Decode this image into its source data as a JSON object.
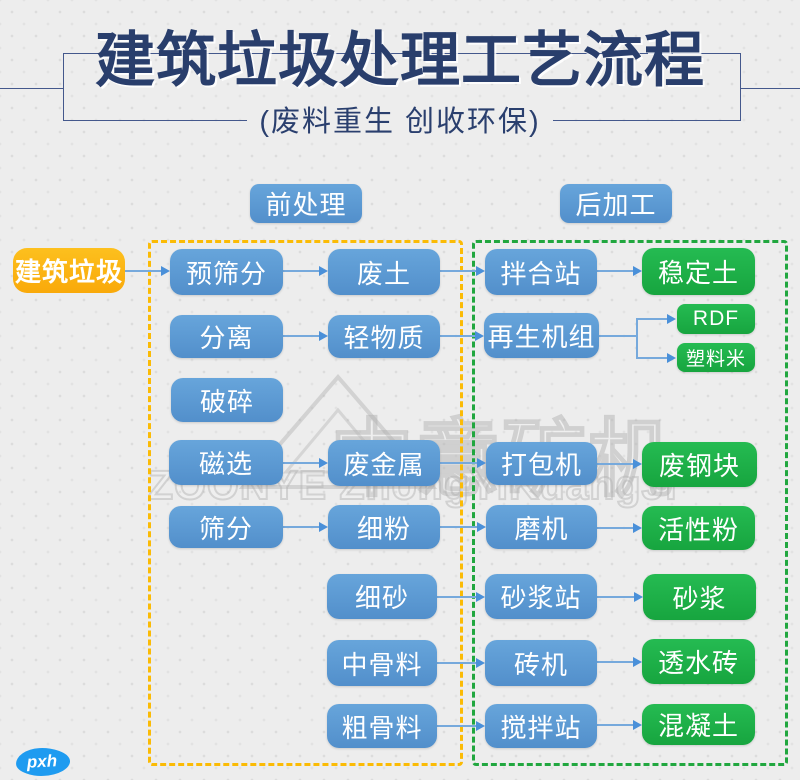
{
  "page": {
    "title": "建筑垃圾处理工艺流程",
    "subtitle": "(废料重生 创收环保)",
    "signature": "pxh"
  },
  "watermark": {
    "logo": "triangle-mountain-logo",
    "text_cn": "中意矿机",
    "text_en": "ZOONYE ZhongYiKuangJi"
  },
  "headers": {
    "pre": "前处理",
    "post": "后加工"
  },
  "nodes": {
    "jianzhulaji": "建筑垃圾",
    "yushaifen": "预筛分",
    "fenli": "分离",
    "posui": "破碎",
    "cixuan": "磁选",
    "shaifen": "筛分",
    "feitu": "废土",
    "qingwuzhi": "轻物质",
    "feijinshu": "废金属",
    "xifen": "细粉",
    "xisha": "细砂",
    "zhonggu": "中骨料",
    "cugu": "粗骨料",
    "banhezhan": "拌合站",
    "zaishengjizu": "再生机组",
    "dabaoji": "打包机",
    "moji": "磨机",
    "shajiangzhan": "砂浆站",
    "zhuanji": "砖机",
    "jiaobanzhan": "搅拌站",
    "wendingtu": "稳定土",
    "rdf": "RDF",
    "suliaomi": "塑料米",
    "feigangkuai": "废钢块",
    "huoxingfen": "活性粉",
    "shajiang": "砂浆",
    "toushuizhuan": "透水砖",
    "hunningtu": "混凝土"
  },
  "edges": [
    {
      "from": "jianzhulaji",
      "to": "yushaifen"
    },
    {
      "from": "yushaifen",
      "to": "feitu"
    },
    {
      "from": "feitu",
      "to": "banhezhan"
    },
    {
      "from": "banhezhan",
      "to": "wendingtu"
    },
    {
      "from": "fenli",
      "to": "qingwuzhi"
    },
    {
      "from": "qingwuzhi",
      "to": "zaishengjizu"
    },
    {
      "from": "zaishengjizu",
      "to": "rdf"
    },
    {
      "from": "zaishengjizu",
      "to": "suliaomi"
    },
    {
      "from": "cixuan",
      "to": "feijinshu"
    },
    {
      "from": "feijinshu",
      "to": "dabaoji"
    },
    {
      "from": "dabaoji",
      "to": "feigangkuai"
    },
    {
      "from": "shaifen",
      "to": "xifen"
    },
    {
      "from": "xifen",
      "to": "moji"
    },
    {
      "from": "moji",
      "to": "huoxingfen"
    },
    {
      "from": "xisha",
      "to": "shajiangzhan"
    },
    {
      "from": "shajiangzhan",
      "to": "shajiang"
    },
    {
      "from": "zhonggu",
      "to": "zhuanji"
    },
    {
      "from": "zhuanji",
      "to": "toushuizhuan"
    },
    {
      "from": "cugu",
      "to": "jiaobanzhan"
    },
    {
      "from": "jiaobanzhan",
      "to": "hunningtu"
    }
  ],
  "colors": {
    "title_navy": "#293e6c",
    "node_blue": "#5B9CD6",
    "node_green": "#1EB24A",
    "node_orange": "#FCB614",
    "frame_yellow": "#FBBB05",
    "frame_green": "#21A73F",
    "arrow_blue": "#4A90D9",
    "signature_blue": "#1E9BF0",
    "background": "#EDEDED"
  }
}
